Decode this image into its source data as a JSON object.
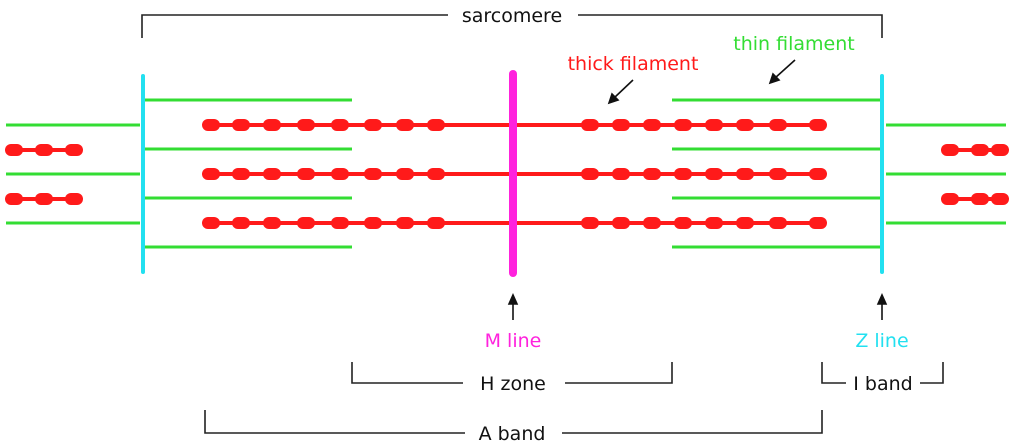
{
  "labels": {
    "sarcomere": "sarcomere",
    "thick_filament": "thick filament",
    "thin_filament": "thin filament",
    "m_line": "M line",
    "z_line": "Z line",
    "h_zone": "H zone",
    "i_band": "I band",
    "a_band": "A band"
  },
  "colors": {
    "thick_filament": "#ff1a1a",
    "thin_filament": "#33dd33",
    "m_line": "#ff22dd",
    "z_line": "#22e0f0",
    "text": "#111111",
    "bracket": "#222222"
  }
}
